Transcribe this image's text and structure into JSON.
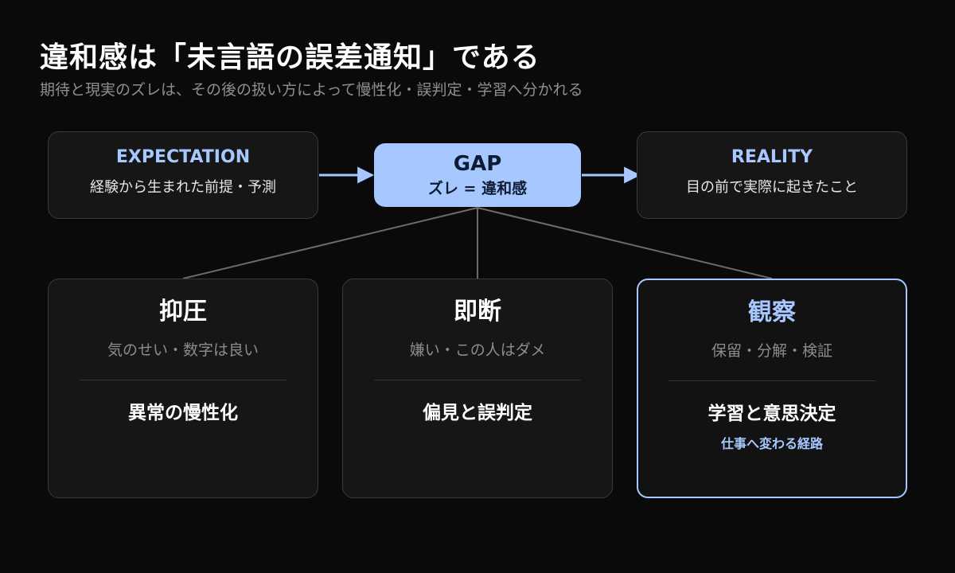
{
  "header": {
    "title": "違和感は「未言語の誤差通知」である",
    "subtitle": "期待と現実のズレは、その後の扱い方によって慢性化・誤判定・学習へ分かれる"
  },
  "flow": {
    "expectation": {
      "label": "EXPECTATION",
      "desc": "経験から生まれた前提・予測"
    },
    "gap": {
      "label": "GAP",
      "desc": "ズレ = 違和感"
    },
    "reality": {
      "label": "REALITY",
      "desc": "目の前で実際に起きたこと"
    }
  },
  "responses": [
    {
      "heading": "抑圧",
      "examples": "気のせい・数字は良い",
      "outcome": "異常の慢性化",
      "note": ""
    },
    {
      "heading": "即断",
      "examples": "嫌い・この人はダメ",
      "outcome": "偏見と誤判定",
      "note": ""
    },
    {
      "heading": "観察",
      "examples": "保留・分解・検証",
      "outcome": "学習と意思決定",
      "note": "仕事へ変わる経路"
    }
  ],
  "colors": {
    "accent": "#a7c8ff",
    "background": "#0a0a0a",
    "card": "#161616",
    "connector": "#6b6b6b"
  }
}
